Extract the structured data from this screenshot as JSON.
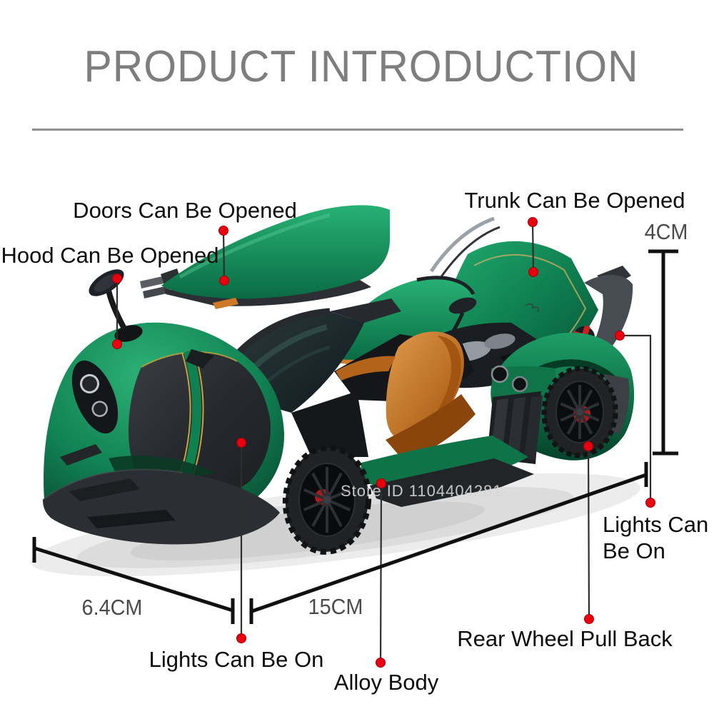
{
  "page": {
    "title": "PRODUCT INTRODUCTION",
    "watermark": "Store ID 1104404281"
  },
  "callouts": {
    "doors": {
      "label": "Doors Can Be Opened"
    },
    "hood": {
      "label": "Hood Can Be Opened"
    },
    "trunk": {
      "label": "Trunk Can Be Opened"
    },
    "lights_rear": {
      "line1": "Lights Can",
      "line2": "Be On"
    },
    "lights_front": {
      "label": "Lights Can Be On"
    },
    "alloy_body": {
      "label": "Alloy Body"
    },
    "rear_wheel": {
      "label": "Rear Wheel Pull Back"
    }
  },
  "dimensions": {
    "height": "4CM",
    "front_width": "6.4CM",
    "length": "15CM"
  },
  "colors": {
    "accent_red_dot": "#e8000f",
    "car_green": "#0e8254",
    "interior_orange": "#c9701f",
    "carbon_black": "#26292d",
    "title_gray": "#7e7e7e",
    "dimension_text_gray": "#4b4b4b",
    "label_black": "#0c0c0c"
  }
}
